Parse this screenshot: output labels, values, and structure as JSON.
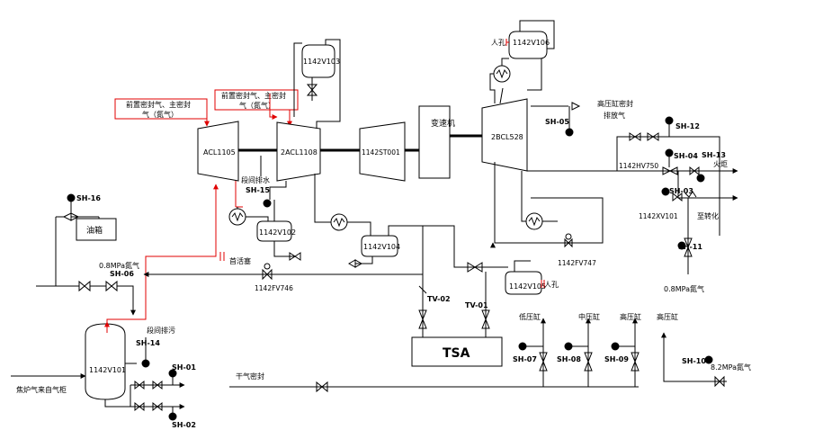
{
  "labels": {
    "sh16": "SH-16",
    "oil_tank": "油箱",
    "n2_08_left": "0.8MPa氮气",
    "sh06": "SH-06",
    "v101": "1142V101",
    "segment_drain_left": "段间排污",
    "sh14": "SH-14",
    "sh01": "SH-01",
    "sh02": "SH-02",
    "coke_gas": "焦炉气来自气柜",
    "preset_seal_left": "前置密封气、主密封",
    "preset_seal_left_2": "气（氮气）",
    "preset_seal_mid": "前置密封气、主密封",
    "preset_seal_mid_2": "气（氮气）",
    "acl1105": "ACL1105",
    "acl1108": "2ACL1108",
    "v103": "1142V103",
    "segment_drain_mid": "段间排水",
    "sh15": "SH-15",
    "v102": "1142V102",
    "back_flow": "首活塞",
    "fv746": "1142FV746",
    "st001": "1142ST001",
    "gearbox": "变速机",
    "v104": "1142V104",
    "manhole_top": "人孔",
    "v106": "1142V106",
    "bcl528": "2BCL528",
    "sh05": "SH-05",
    "hp_cyl_seal": "高压缸密封",
    "hp_cyl_seal_2": "排放气",
    "sh12": "SH-12",
    "sh04": "SH-04",
    "sh13": "SH-13",
    "flare": "火炬",
    "hv750": "1142HV750",
    "sh03": "SH-03",
    "xv101": "1142XV101",
    "to_convert": "至转化",
    "sh11": "SH-11",
    "n2_08_right": "0.8MPa氮气",
    "fv747": "1142FV747",
    "v105": "1142V105",
    "manhole_mid": "人孔",
    "tv02": "TV-02",
    "tv01": "TV-01",
    "tsa": "TSA",
    "low_cyl": "低压缸",
    "mid_cyl": "中压缸",
    "high_cyl": "高压缸",
    "high_cyl_2": "高压缸",
    "sh07": "SH-07",
    "sh08": "SH-08",
    "sh09": "SH-09",
    "sh10": "SH-10",
    "n2_82": "8.2MPa氮气",
    "dry_seal": "干气密封"
  },
  "colors": {
    "line": "#000000",
    "seal_gas_line": "#e00000"
  }
}
